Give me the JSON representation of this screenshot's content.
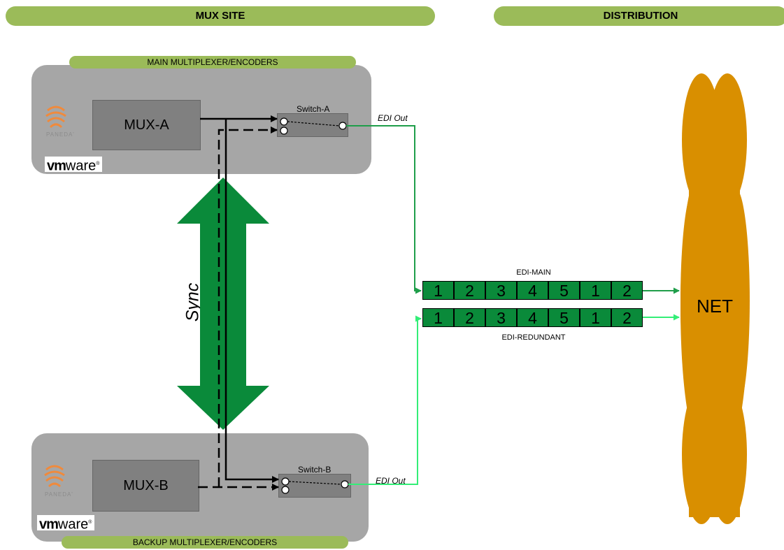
{
  "banners": {
    "mux_site": "MUX SITE",
    "distribution": "DISTRIBUTION"
  },
  "main_panel": {
    "label": "MAIN MULTIPLEXER/ENCODERS",
    "mux": "MUX-A",
    "switch": "Switch-A",
    "edi_out": "EDI Out"
  },
  "backup_panel": {
    "label": "BACKUP MULTIPLEXER/ENCODERS",
    "mux": "MUX-B",
    "switch": "Switch-B",
    "edi_out": "EDI Out"
  },
  "vmware": {
    "bold": "vm",
    "rest": "ware",
    "mark": "®"
  },
  "paneda": "PANEDA'",
  "sync_label": "Sync",
  "edi_main": {
    "label": "EDI-MAIN",
    "packets": [
      "1",
      "2",
      "3",
      "4",
      "5",
      "1",
      "2"
    ]
  },
  "edi_redundant": {
    "label": "EDI-REDUNDANT",
    "packets": [
      "1",
      "2",
      "3",
      "4",
      "5",
      "1",
      "2"
    ]
  },
  "net_label": "NET",
  "colors": {
    "banner": "#9bbb59",
    "panel": "#a6a6a6",
    "mux_box": "#808080",
    "sync_arrow": "#0a8a3a",
    "edi_main_line": "#1f9e4a",
    "edi_redundant_line": "#33ee77",
    "net_cloud": "#d98f00",
    "paneda_logo": "#f08a3c"
  }
}
